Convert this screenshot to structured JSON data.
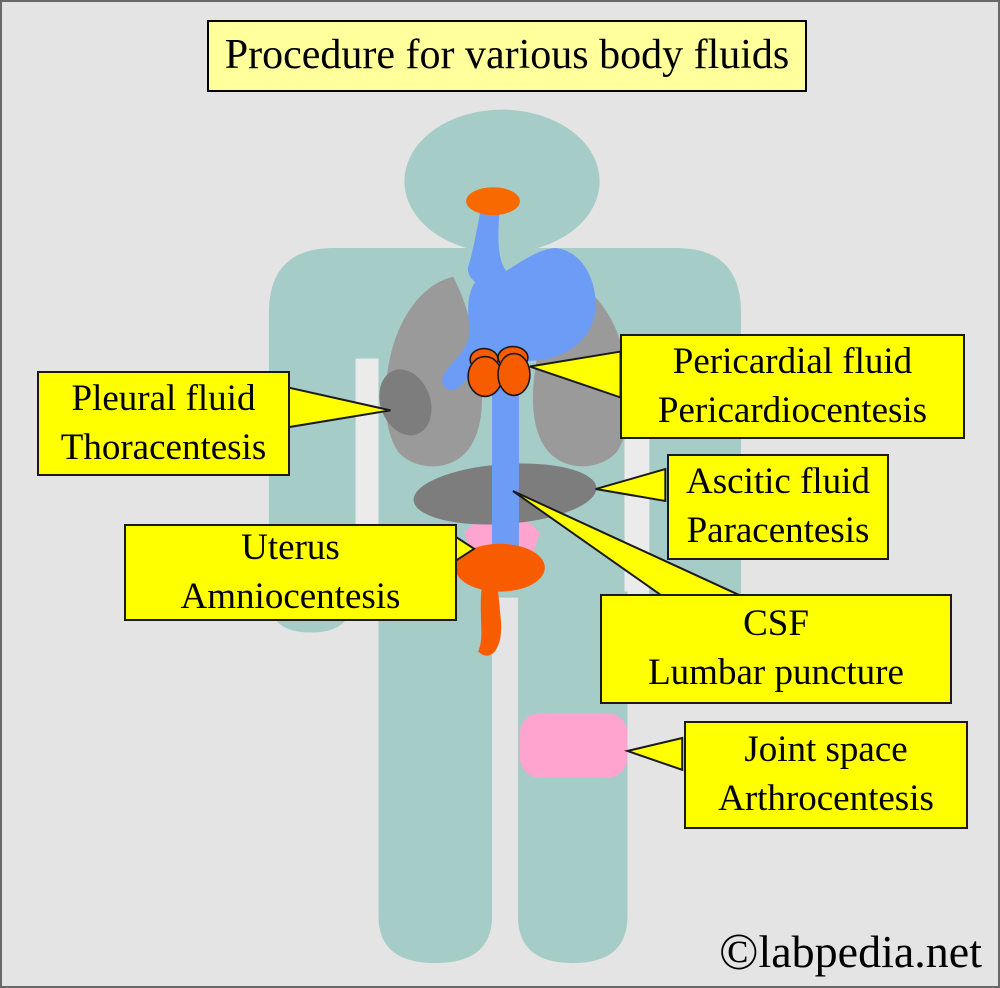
{
  "title": "Procedure for various body fluids",
  "callouts": [
    {
      "name": "pleural-fluid",
      "line1": "Pleural fluid",
      "line2": "Thoracentesis"
    },
    {
      "name": "pericardial-fluid",
      "line1": "Pericardial fluid",
      "line2": "Pericardiocentesis"
    },
    {
      "name": "ascitic-fluid",
      "line1": "Ascitic fluid",
      "line2": "Paracentesis"
    },
    {
      "name": "uterus",
      "line1": "Uterus",
      "line2": "Amniocentesis"
    },
    {
      "name": "csf",
      "line1": "CSF",
      "line2": "Lumbar puncture"
    },
    {
      "name": "joint-space",
      "line1": "Joint space",
      "line2": "Arthrocentesis"
    }
  ],
  "watermark": {
    "symbol": "©",
    "text": "labpedia.net"
  },
  "colors": {
    "canvas_bg": "#e4e4e4",
    "title_bg": "#ffff9c",
    "callout_bg": "#ffff00",
    "callout_border": "#1a1a1a",
    "body_teal": "#a6ccc7",
    "arm_gap": "#ebebeb",
    "lung_gray": "#9a9a9a",
    "dark_gray": "#7d7d7d",
    "fluid_blue": "#6d9cf7",
    "organ_orange": "#f85c00",
    "mouth_orange": "#f86a00",
    "organ_pink": "#ffa3cf",
    "pointer_yellow": "#ffff00"
  }
}
